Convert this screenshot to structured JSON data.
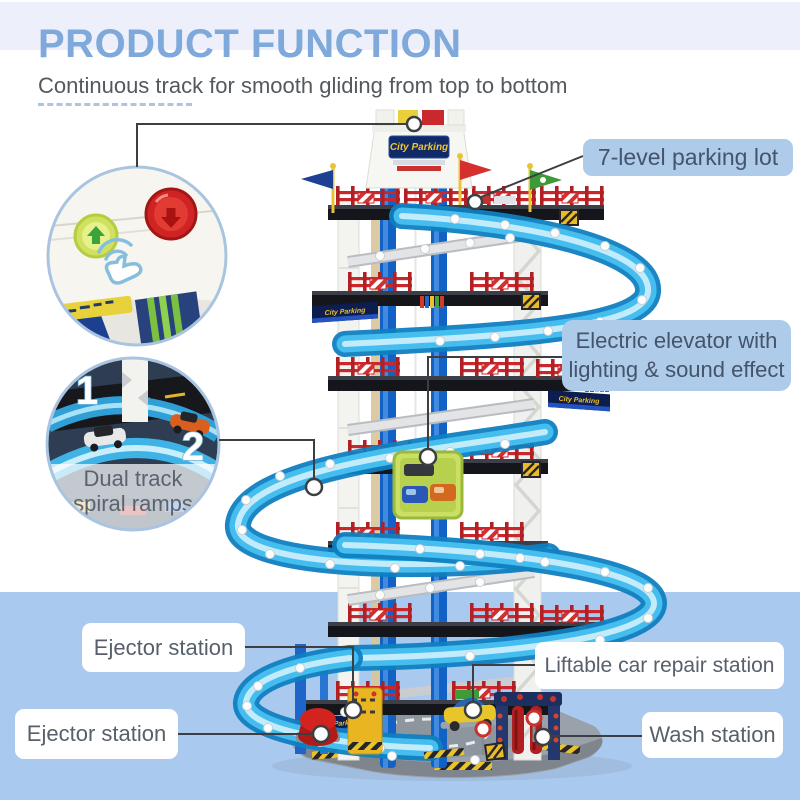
{
  "header": {
    "title": "PRODUCT FUNCTION",
    "subtitle": "Continuous track for smooth gliding from top to bottom"
  },
  "labels": {
    "parking_lot": "7-level parking lot",
    "elevator_line1": "Electric elevator with",
    "elevator_line2": "lighting & sound effect",
    "spiral_line1": "Dual track",
    "spiral_line2": "spiral ramps",
    "ejector_top": "Ejector station",
    "ejector_bottom": "Ejector station",
    "repair": "Liftable car repair station",
    "wash": "Wash station"
  },
  "insets": {
    "spiral_num1": "1",
    "spiral_num2": "2",
    "buttons_icon": "touch-hand-icon",
    "up_button": "green-up-arrow-button",
    "down_button": "red-down-arrow-button"
  },
  "toy": {
    "top_sign": "City Parking",
    "banner_sign": "City Parking"
  },
  "colors": {
    "title": "#7ea9da",
    "top_band": "#edf0fb",
    "bottom_band": "#aac9ee",
    "label_blue_bg": "#aecbea",
    "label_blue_text": "#44546a",
    "label_white_text": "#57606b",
    "callout_line": "#3c3f42",
    "track_blue_dark": "#0f7fc0",
    "track_blue_light": "#45bdef",
    "rail_blue": "#1261c4",
    "fence_red": "#c8282c",
    "hazard_yellow": "#e9bb28"
  }
}
